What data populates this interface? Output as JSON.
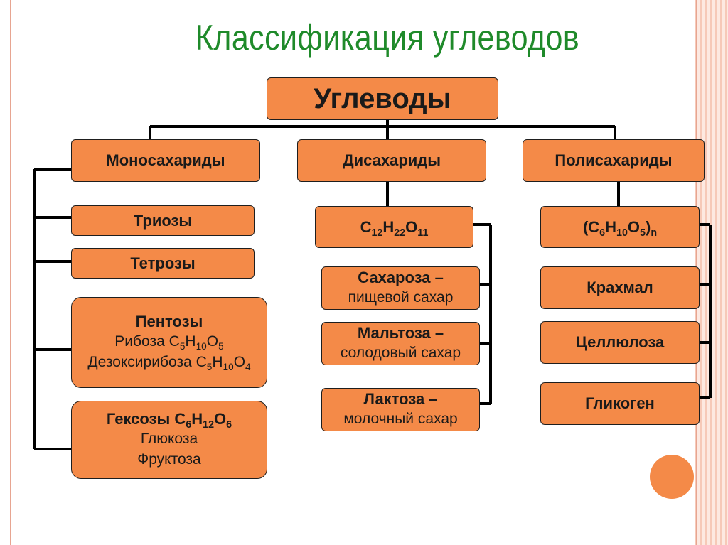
{
  "title": "Классификация углеводов",
  "root": "Углеводы",
  "mono": {
    "label": "Моносахариды",
    "triozy": "Триозы",
    "tetrozy": "Тетрозы",
    "pentozy": {
      "label": "Пентозы",
      "riboza": "Рибоза C",
      "riboza_s1": "5",
      "riboza_h": "H",
      "riboza_s2": "10",
      "riboza_o": "O",
      "riboza_s3": "5",
      "dezoks": "Дезоксирибоза C",
      "dezoks_s1": "5",
      "dezoks_h": "H",
      "dezoks_s2": "10",
      "dezoks_o": "O",
      "dezoks_s3": "4"
    },
    "geksozy": {
      "label": "Гексозы C",
      "s1": "6",
      "h": "H",
      "s2": "12",
      "o": "O",
      "s3": "6",
      "glukoza": "Глюкоза",
      "fruktoza": "Фруктоза"
    }
  },
  "di": {
    "label": "Дисахариды",
    "formula": {
      "c": "C",
      "s1": "12",
      "h": "H",
      "s2": "22",
      "o": "O",
      "s3": "11"
    },
    "saharoza": {
      "name": "Сахароза –",
      "desc": "пищевой сахар"
    },
    "maltoza": {
      "name": "Мальтоза –",
      "desc": "солодовый сахар"
    },
    "laktoza": {
      "name": "Лактоза –",
      "desc": "молочный сахар"
    }
  },
  "poly": {
    "label": "Полисахариды",
    "formula": {
      "open": "(C",
      "s1": "6",
      "h": "H",
      "s2": "10",
      "o": "O",
      "s3": "5",
      "close": ")",
      "s4": "n"
    },
    "krahmal": "Крахмал",
    "cellyuloza": "Целлюлоза",
    "glikogen": "Гликоген"
  },
  "colors": {
    "box": "#f48a48",
    "title": "#1f8a2a",
    "line": "#000000"
  }
}
